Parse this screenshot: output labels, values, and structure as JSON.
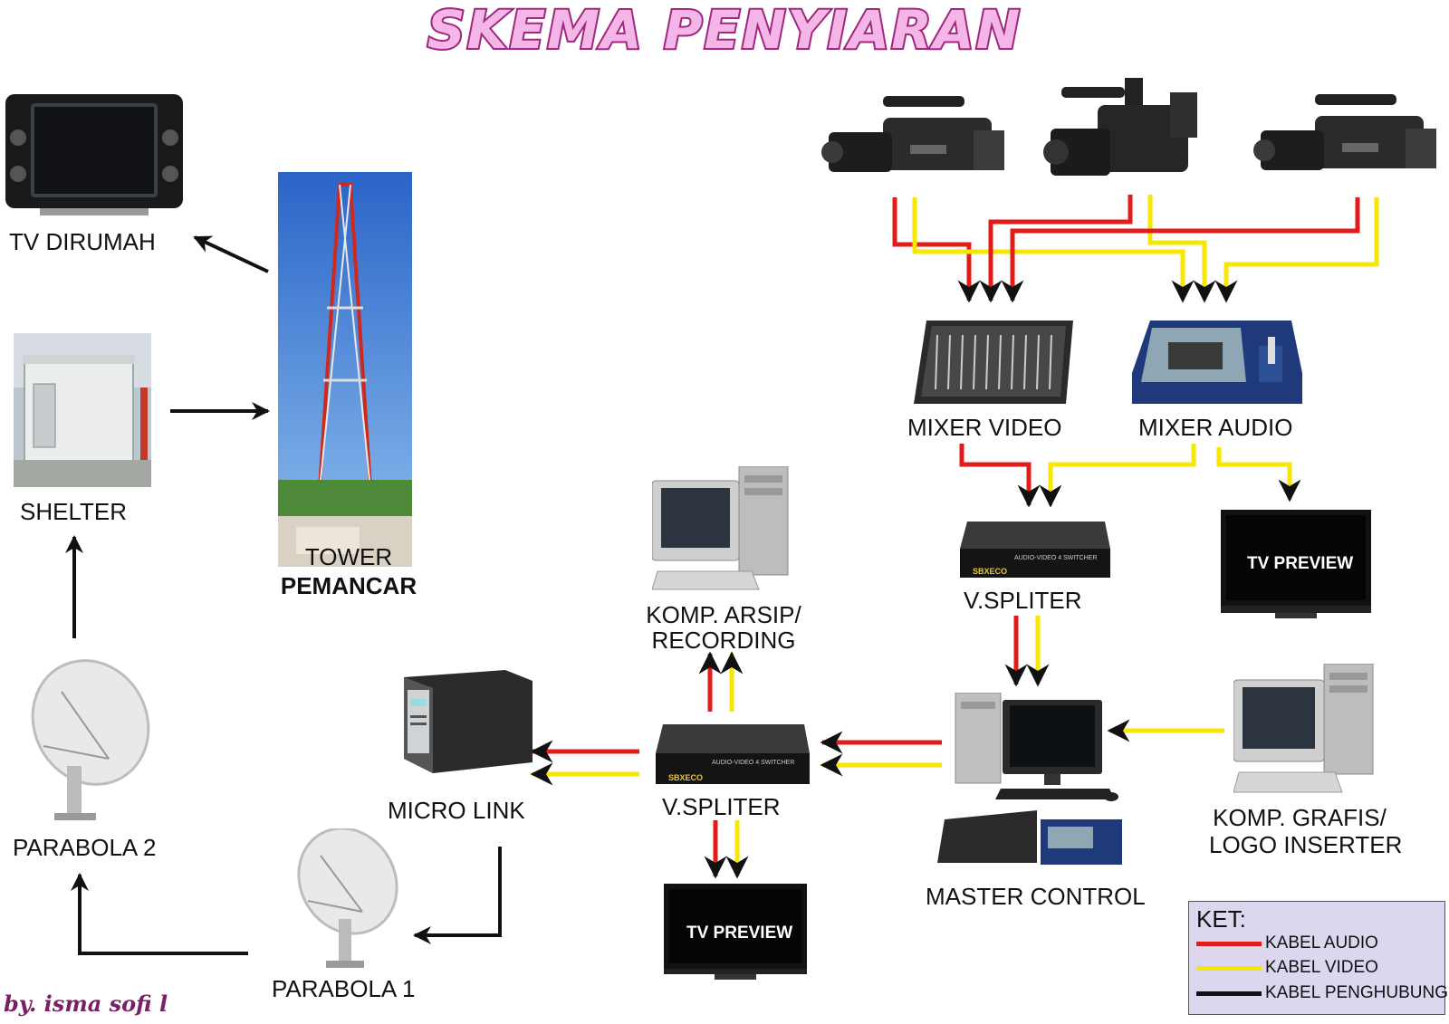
{
  "title": "SKEMA PENYIARAN",
  "colors": {
    "title_fill": "#f3b6e6",
    "title_outline": "#a0267f",
    "kabel_audio": "#e21b1b",
    "kabel_video": "#f5e700",
    "kabel_penghubung": "#111111",
    "legend_bg": "#dcd7ef",
    "tower_sky": "#2f6fd0",
    "tower_red": "#d0281e"
  },
  "nodes": {
    "tv_dirumah": "TV DIRUMAH",
    "shelter": "SHELTER",
    "tower": {
      "line1": "TOWER",
      "line2": "PEMANCAR"
    },
    "parabola_2": "PARABOLA 2",
    "parabola_1": "PARABOLA 1",
    "micro_link": "MICRO LINK",
    "mixer_video": "MIXER VIDEO",
    "mixer_audio": "MIXER AUDIO",
    "v_spliter_top": "V.SPLITER",
    "v_spliter_bottom": "V.SPLITER",
    "tv_preview_right": "TV PREVIEW",
    "tv_preview_bottom": "TV PREVIEW",
    "komp_arsip": {
      "line1": "KOMP. ARSIP/",
      "line2": "RECORDING"
    },
    "master_control": "MASTER CONTROL",
    "komp_grafis": {
      "line1": "KOMP. GRAFIS/",
      "line2": "LOGO INSERTER"
    }
  },
  "icons": {
    "cameras": [
      "camcorder-icon",
      "camcorder-icon",
      "camcorder-icon"
    ],
    "tv": "television-icon",
    "tower": "transmitter-tower-icon",
    "shelter": "shelter-icon",
    "dish": "satellite-dish-icon",
    "computer": "desktop-computer-icon",
    "mixer": "mixer-console-icon",
    "splitter": "av-switcher-icon",
    "micro_link": "micro-link-rack-icon"
  },
  "device_text": {
    "splitter_brand": "SBXECO",
    "splitter_model": "AUDIO-VIDEO 4 SWITCHER"
  },
  "legend": {
    "heading": "KET:",
    "items": [
      {
        "label": "KABEL AUDIO",
        "color": "#e21b1b"
      },
      {
        "label": "KABEL VIDEO",
        "color": "#f5e700"
      },
      {
        "label": "KABEL PENGHUBUNG",
        "color": "#111111"
      }
    ]
  },
  "footer": "by. isma sofi l"
}
